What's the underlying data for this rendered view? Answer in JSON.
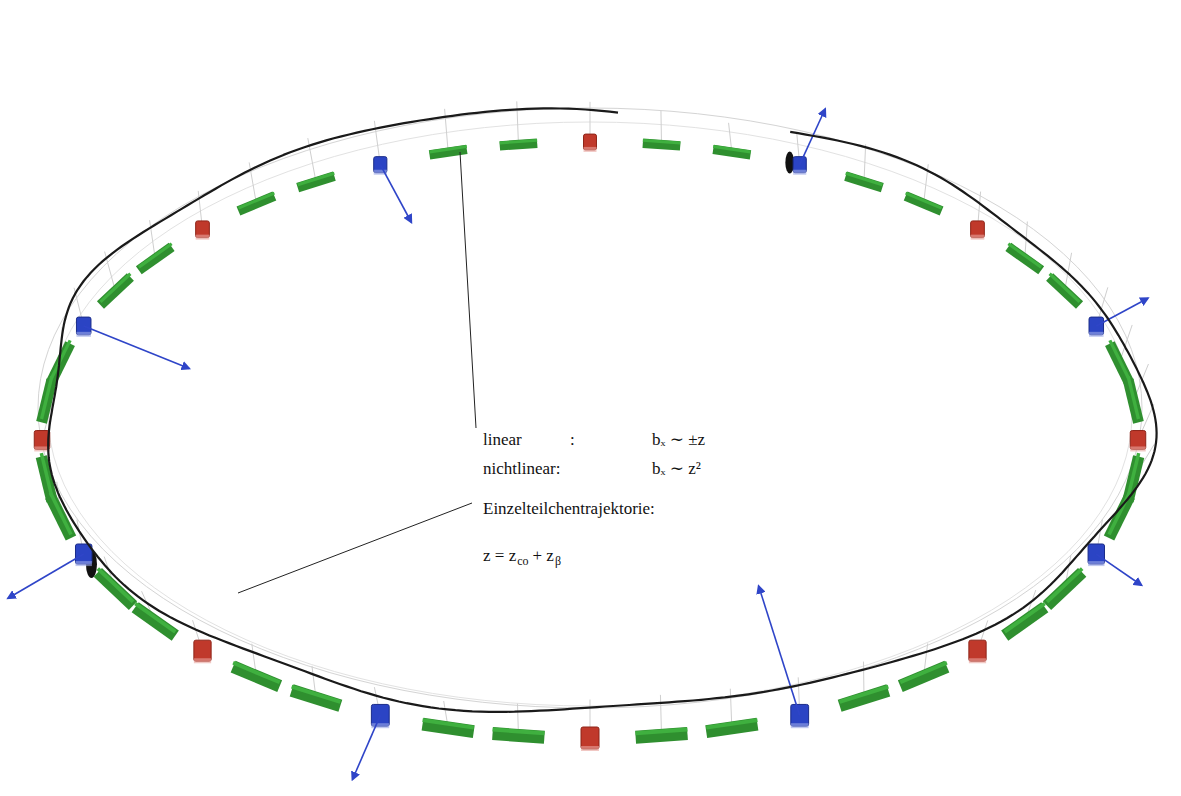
{
  "diagram": {
    "labels": [
      "linear",
      ":",
      "bₓ ∼ ±z",
      "nichtlinear:",
      "bₓ ∼ z²",
      "Einzelteilchentrajektorie:",
      "z = z",
      "co",
      "+ z",
      "β"
    ]
  }
}
